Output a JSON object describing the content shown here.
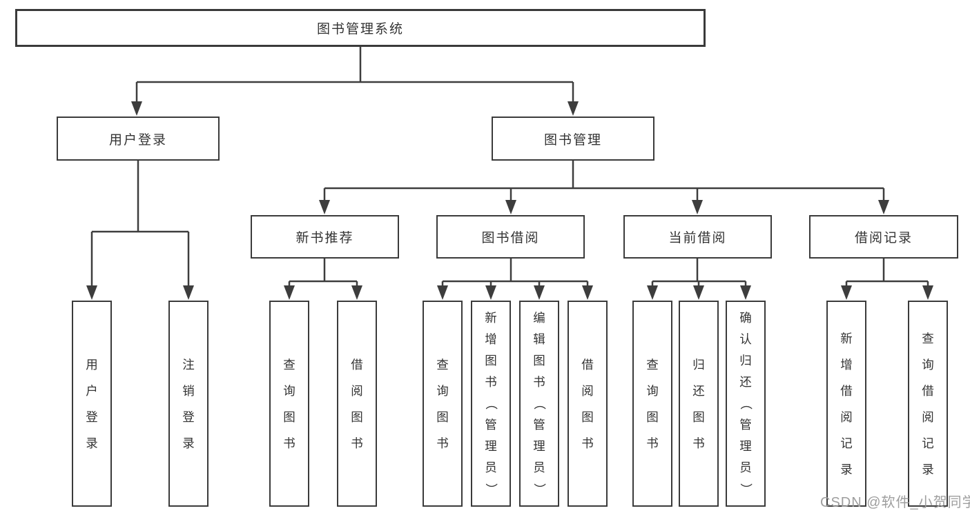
{
  "diagram": {
    "root": {
      "label": "图书管理系统"
    },
    "level2": {
      "user_login": {
        "label": "用户登录"
      },
      "book_management": {
        "label": "图书管理"
      }
    },
    "level3": {
      "new_book_recommend": {
        "label": "新书推荐"
      },
      "book_borrowing": {
        "label": "图书借阅"
      },
      "current_borrowing": {
        "label": "当前借阅"
      },
      "borrow_records": {
        "label": "借阅记录"
      }
    },
    "leaves": {
      "user_login": {
        "label": "用户登录"
      },
      "logout": {
        "label": "注销登录"
      },
      "recommend_query_books": {
        "label": "查询图书"
      },
      "recommend_borrow_books": {
        "label": "借阅图书"
      },
      "borrowing_query_books": {
        "label": "查询图书"
      },
      "borrowing_add_book": {
        "label": "新增图书（管理员）"
      },
      "borrowing_edit_book": {
        "label": "编辑图书（管理员）"
      },
      "borrowing_borrow_books": {
        "label": "借阅图书"
      },
      "current_query_books": {
        "label": "查询图书"
      },
      "current_return_books": {
        "label": "归还图书"
      },
      "current_confirm_return": {
        "label": "确认归还（管理员）"
      },
      "records_add_record": {
        "label": "新增借阅记录"
      },
      "records_query_record": {
        "label": "查询借阅记录"
      }
    },
    "watermark": {
      "text": "CSDN @软件_小贺同学"
    },
    "colors": {
      "line": "#3d3d3d",
      "text": "#333333",
      "watermark": "#9e9e9e",
      "background": "#ffffff"
    }
  }
}
